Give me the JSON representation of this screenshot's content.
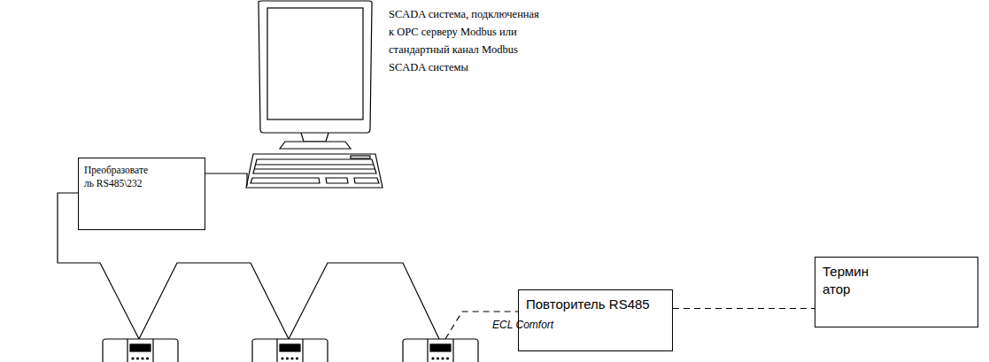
{
  "diagram": {
    "nodes": [
      {
        "text": [
          "Преобразовате ль RS485\\232"
        ]
      },
      {
        "text": [
          "Повторитель RS485"
        ]
      },
      {
        "text": [
          "Термин атор"
        ]
      }
    ],
    "edges": [
      {
        "from": 1,
        "to": 2,
        "arrow": "none"
      }
    ],
    "labels": [
      "SCADA система, подключенная к OPC серверу Modbus или стандартный канал Modbus SCADA системы",
      "ECL Comfort"
    ]
  }
}
